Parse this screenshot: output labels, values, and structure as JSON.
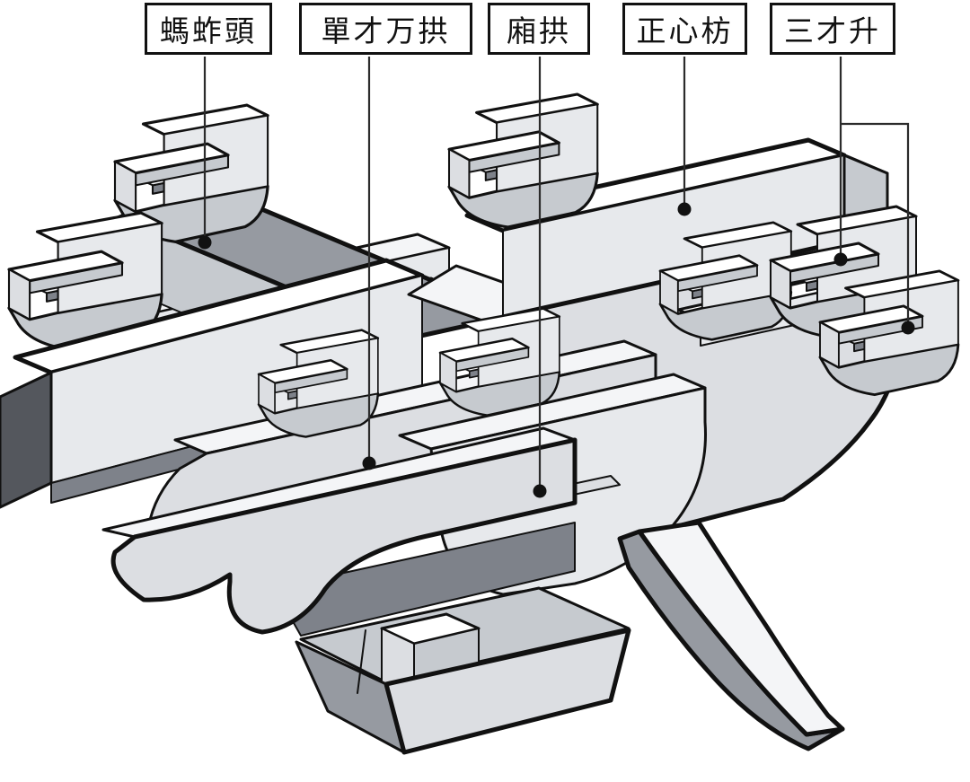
{
  "diagram": {
    "labels": [
      {
        "id": "mazhatou",
        "text": "螞蚱頭"
      },
      {
        "id": "danchai-wangong",
        "text": "單才万拱"
      },
      {
        "id": "xianggong",
        "text": "廂拱"
      },
      {
        "id": "zhengxinfang",
        "text": "正心枋"
      },
      {
        "id": "sancaisheng",
        "text": "三才升"
      }
    ],
    "colors": {
      "background": "#ffffff",
      "outline": "#111111",
      "top_white": "#ffffff",
      "face_light": "#e7e9ec",
      "face_mid": "#c6cacf",
      "face_dark": "#969aa1",
      "leader_line": "#2b2b2b"
    }
  }
}
